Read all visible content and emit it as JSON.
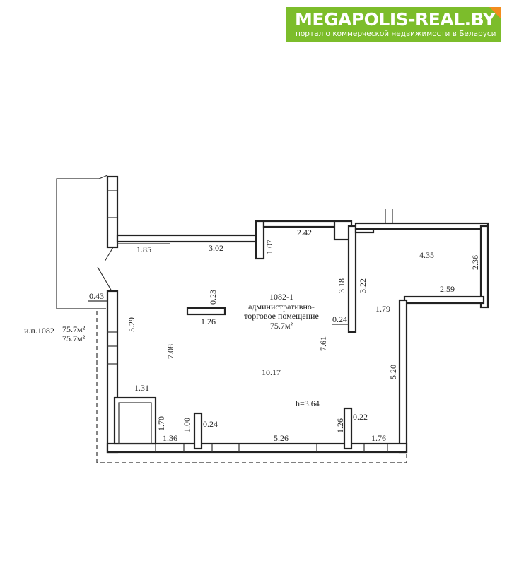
{
  "logo": {
    "title": "MEGAPOLIS-REAL.BY",
    "subtitle": "портал о коммерческой недвижимости в Беларуси",
    "color": "#7cbd2b",
    "accent": "#f28c1e"
  },
  "room": {
    "id": "1082-1",
    "name_line1": "административно-",
    "name_line2": "торговое помещение",
    "area": "75.7м²",
    "height": "h=3.64"
  },
  "side_label": {
    "id": "и.п.1082",
    "area1": "75.7м²",
    "area2": "75.7м²"
  },
  "dimensions": {
    "d185": "1.85",
    "d302": "3.02",
    "d107": "1.07",
    "d242": "2.42",
    "d318": "3.18",
    "d322": "3.22",
    "d435": "4.35",
    "d236": "2.36",
    "d259": "2.59",
    "d043": "0.43",
    "d023": "0.23",
    "d126": "1.26",
    "d529": "5.29",
    "d708": "7.08",
    "d761": "7.61",
    "d024a": "0.24",
    "d179": "1.79",
    "d1017": "10.17",
    "d520": "5.20",
    "d131": "1.31",
    "d170": "1.70",
    "d100": "1.00",
    "d024b": "0.24",
    "d136": "1.36",
    "d526": "5.26",
    "d126b": "1.26",
    "d022": "0.22",
    "d176": "1.76"
  }
}
